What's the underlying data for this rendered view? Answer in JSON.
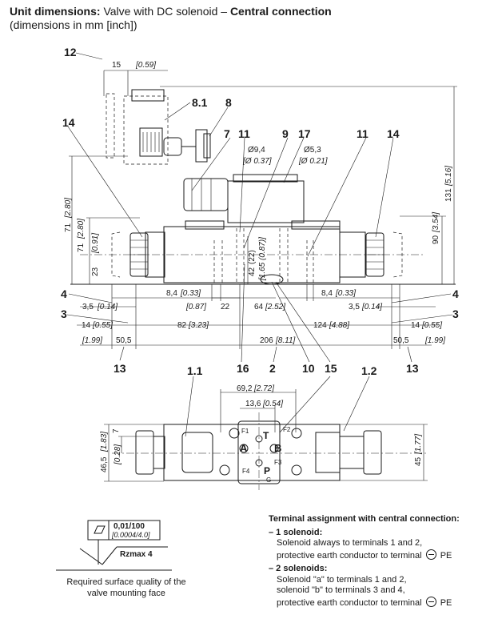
{
  "header": {
    "title_bold": "Unit dimensions:",
    "title_rest": " Valve with DC solenoid – ",
    "title_bold2": "Central connection",
    "subtitle": "(dimensions in mm [inch])"
  },
  "callouts": {
    "c12": "12",
    "c14a": "14",
    "c81": "8.1",
    "c8": "8",
    "c7": "7",
    "c11a": "11",
    "c9": "9",
    "c17": "17",
    "c11b": "11",
    "c14b": "14",
    "c4a": "4",
    "c3a": "3",
    "c4b": "4",
    "c3b": "3",
    "c13a": "13",
    "c16": "16",
    "c2": "2",
    "c10": "10",
    "c15": "15",
    "c13b": "13",
    "c11x": "1.1",
    "c12x": "1.2"
  },
  "dims": {
    "d15": "15",
    "d15i": "[0.59]",
    "d94": "Ø9,4",
    "d94i": "[Ø 0.37]",
    "d53": "Ø5,3",
    "d53i": "[Ø 0.21]",
    "d71a": "71",
    "d71ai": "[2.80]",
    "d71b": "71",
    "d71bi": "[2.80]",
    "d23": "23",
    "d23i": "[0.91]",
    "d42": "42",
    "d22v": "(22)",
    "d165": "[1.65 (0.87)]",
    "d131": "131",
    "d131i": "[5.16]",
    "d90": "90",
    "d90i": "[3.54]",
    "d84a": "8,4",
    "d84ai": "[0.33]",
    "d84b": "8,4",
    "d84bi": "[0.33]",
    "d087": "[0.87]",
    "d22h": "22",
    "d64": "64",
    "d64i": "[2.52]",
    "d35a": "3,5",
    "d35ai": "[0.14]",
    "d35b": "3,5",
    "d35bi": "[0.14]",
    "d14a": "14",
    "d14ai": "[0.55]",
    "d14b": "14",
    "d14bi": "[0.55]",
    "d82": "82",
    "d82i": "[3.23]",
    "d124": "124",
    "d124i": "[4.88]",
    "d199a": "[1.99]",
    "d505a": "50,5",
    "d206": "206",
    "d206i": "[8.11]",
    "d505b": "50,5",
    "d199b": "[1.99]",
    "d692": "69,2",
    "d692i": "[2.72]",
    "d136": "13,6",
    "d136i": "[0.54]",
    "d7": "7",
    "d465": "46,5",
    "d465i": "[1.83]",
    "d028": "[0.28]",
    "d45": "45",
    "d45i": "[1.77]"
  },
  "ports": {
    "A": "A",
    "B": "B",
    "T": "T",
    "P": "P",
    "G": "G",
    "F1": "F1",
    "F2": "F2",
    "F3": "F3",
    "F4": "F4"
  },
  "flatness": {
    "value": "0,01/100",
    "value_inch": "[0.0004/4.0]",
    "rz": "Rzmax  4"
  },
  "surface_note": "Required surface quality of the valve mounting face",
  "terminal": {
    "title": "Terminal assignment with central connection:",
    "s1_head": "– 1 solenoid:",
    "s1_line1": "Solenoid always to terminals 1 and 2,",
    "s1_line2": "protective earth conductor to terminal",
    "s1_pe": "PE",
    "s2_head": "– 2 solenoids:",
    "s2_line1": "Solenoid \"a\" to terminals 1 and 2,",
    "s2_line2": "solenoid \"b\" to terminals 3 and 4,",
    "s2_line3": "protective earth conductor to terminal",
    "s2_pe": "PE"
  }
}
